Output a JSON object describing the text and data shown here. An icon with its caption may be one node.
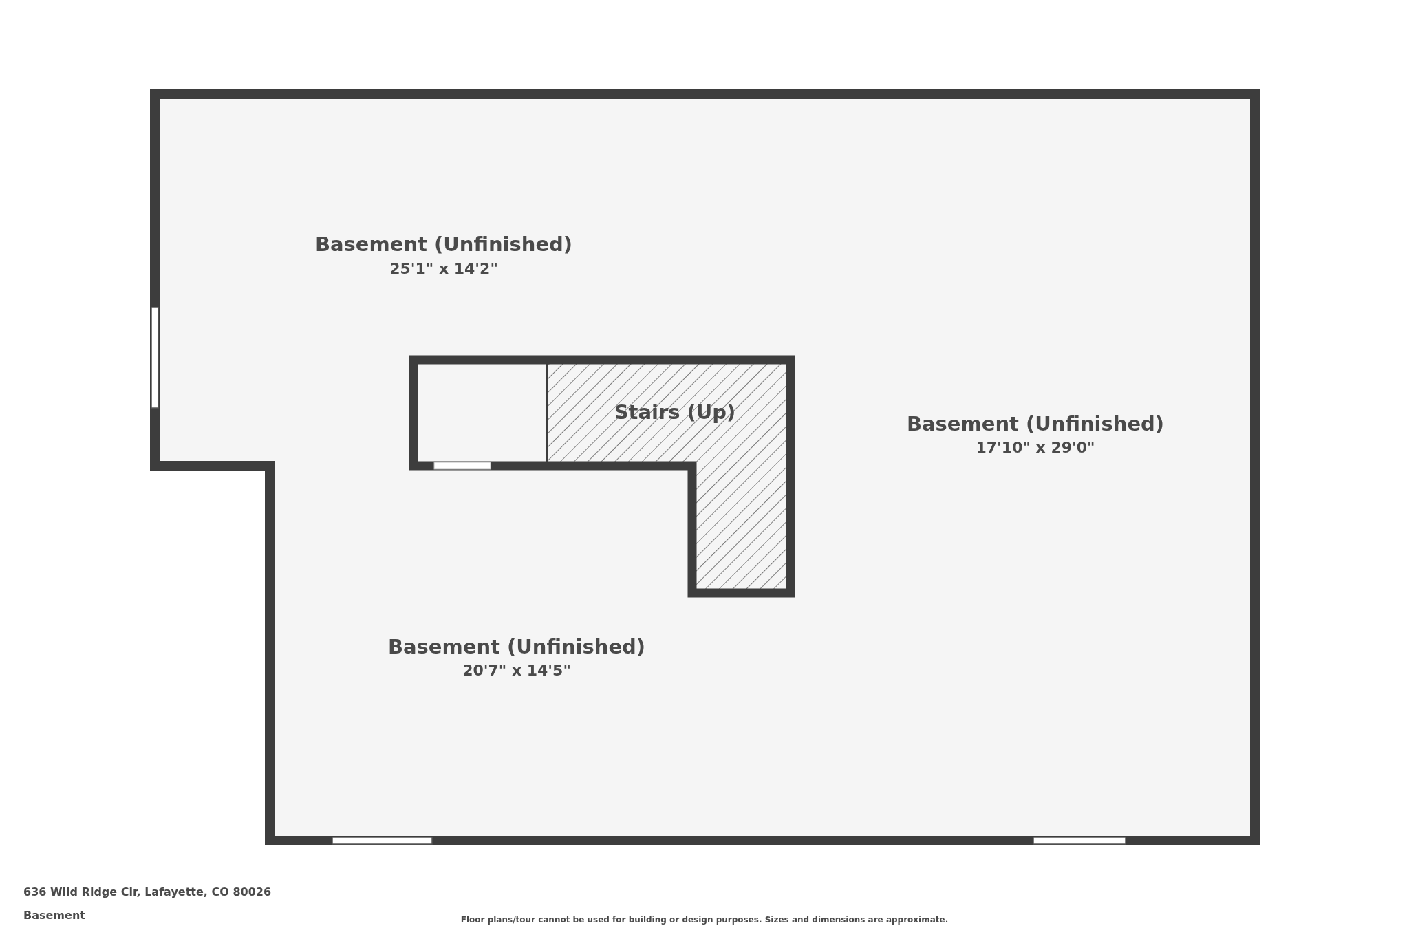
{
  "diagram": {
    "labels": [
      "Basement (Unfinished)",
      "25'1\" x 14'2\"",
      "Stairs (Up)",
      "Basement (Unfinished)",
      "17'10\" x 29'0\"",
      "Basement (Unfinished)",
      "20'7\" x 14'5\"",
      "636 Wild Ridge Cir, Lafayette, CO 80026",
      "Basement",
      "Floor plans/tour cannot be used for building or design purposes. Sizes and dimensions are approximate."
    ]
  }
}
